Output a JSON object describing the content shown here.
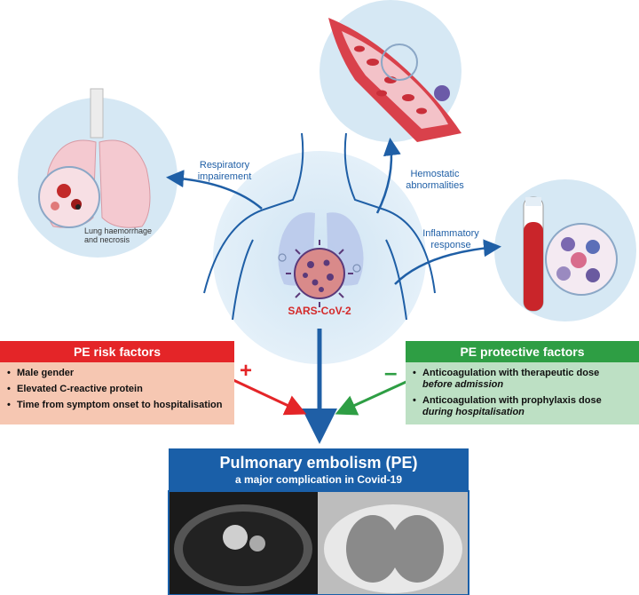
{
  "labels": {
    "respiratory": "Respiratory impairement",
    "hemostatic": "Hemostatic abnormalities",
    "inflammatory": "Inflammatory response",
    "lung_haemorrhage": "Lung haemorrhage and necrosis",
    "virus": "SARS-CoV-2"
  },
  "risk": {
    "title": "PE risk factors",
    "items": [
      "Male gender",
      "Elevated C-reactive protein",
      "Time from symptom onset to hospitalisation"
    ],
    "sign": "+"
  },
  "protective": {
    "title": "PE protective factors",
    "items": [
      {
        "main": "Anticoagulation with therapeutic dose",
        "detail": "before admission"
      },
      {
        "main": "Anticoagulation with prophylaxis dose",
        "detail": "during hospitalisation"
      }
    ],
    "sign": "–"
  },
  "outcome": {
    "title": "Pulmonary embolism (PE)",
    "subtitle": "a major complication in Covid-19"
  },
  "colors": {
    "risk": "#e42528",
    "risk_bg": "#f6c7b2",
    "protective": "#2e9e44",
    "protective_bg": "#bde0c4",
    "outcome": "#1a5fa8",
    "arrow": "#1f5fa6"
  }
}
